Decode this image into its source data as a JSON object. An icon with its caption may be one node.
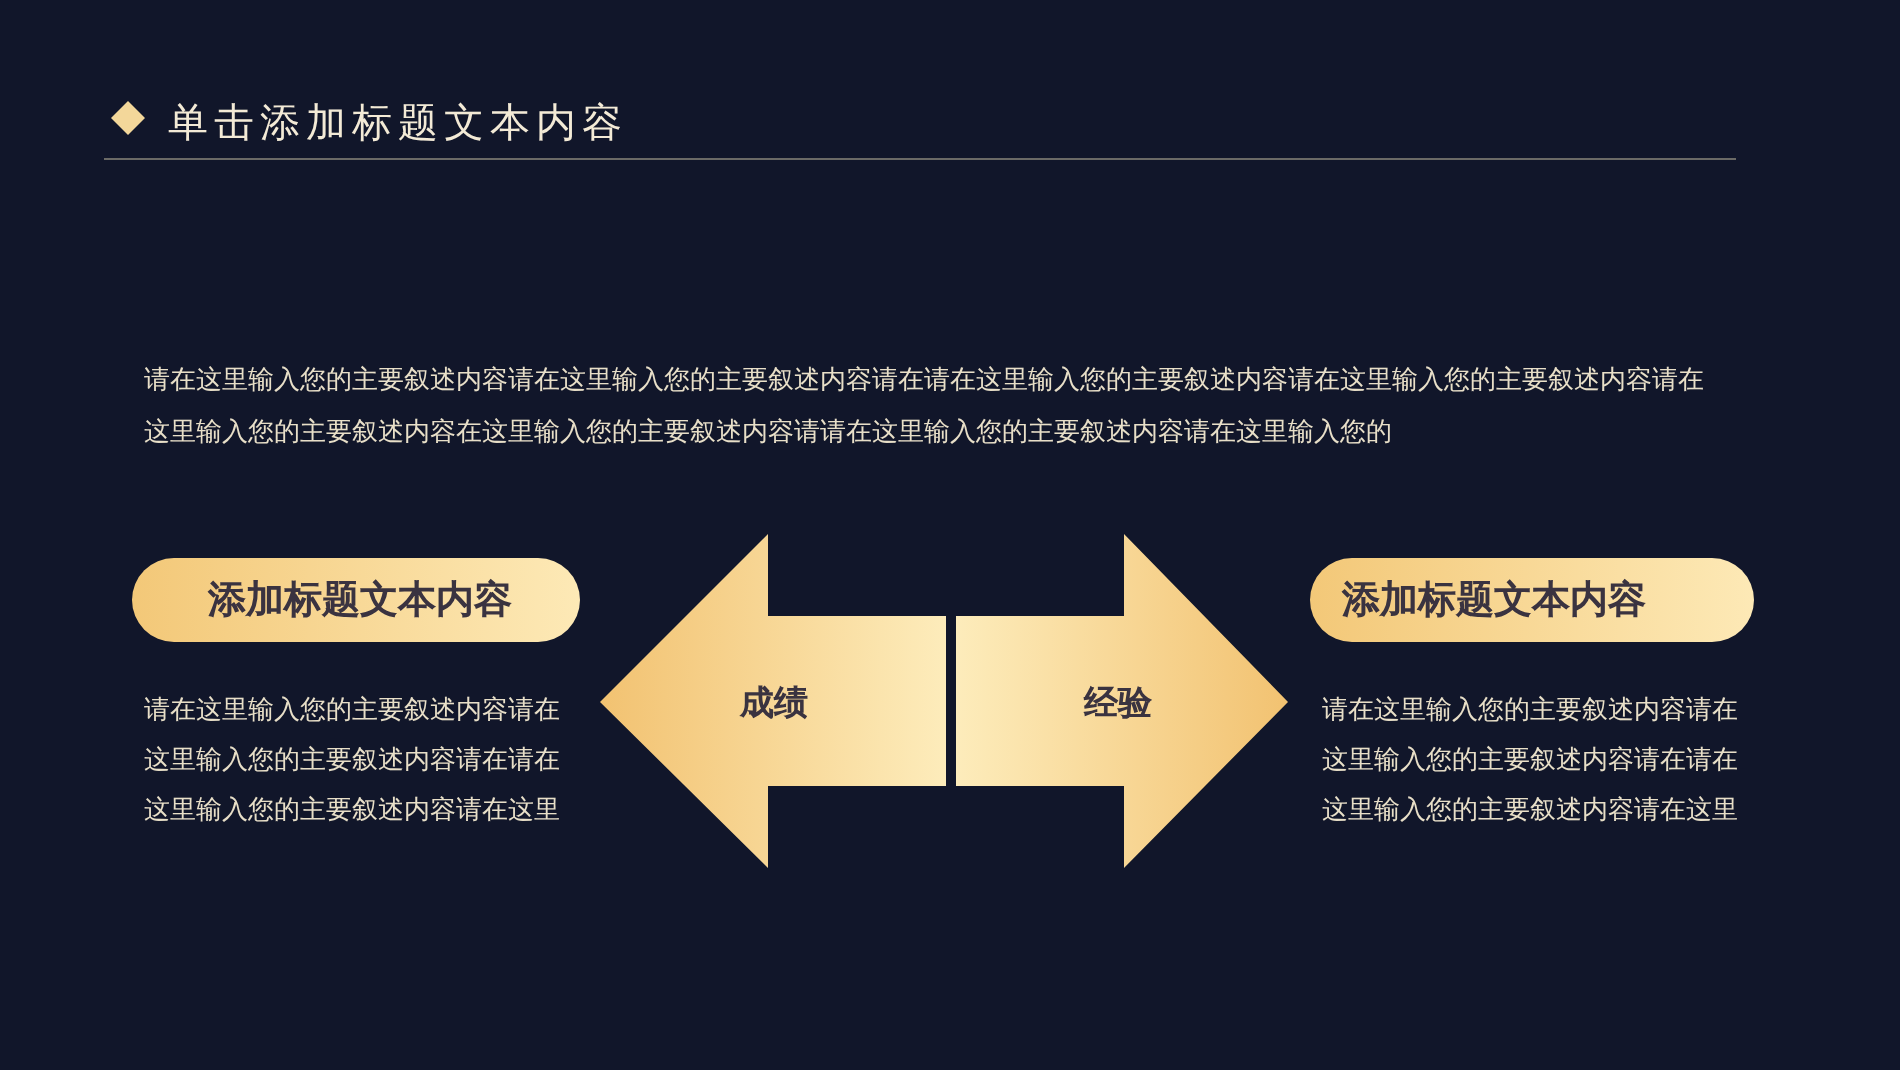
{
  "diagram": {
    "title": "单击添加标题文本内容",
    "nodes": [
      {
        "text": [
          "添加标题文本内容"
        ]
      },
      {
        "text": [
          "成绩"
        ]
      },
      {
        "text": [
          "经验"
        ]
      },
      {
        "text": [
          "添加标题文本内容"
        ]
      }
    ],
    "labels": [
      "请在这里输入您的主要叙述内容请在这里输入您的主要叙述内容请在请在这里输入您的主要叙述内容请在这里输入您的主要叙述内容请在这里输入您的主要叙述内容在这里输入您的主要叙述内容请请在这里输入您的主要叙述内容请在这里输入您的",
      "请在这里输入您的主要叙述内容请在这里输入您的主要叙述内容请在请在这里输入您的主要叙述内容请在这里",
      "请在这里输入您的主要叙述内容请在这里输入您的主要叙述内容请在请在这里输入您的主要叙述内容请在这里"
    ]
  }
}
